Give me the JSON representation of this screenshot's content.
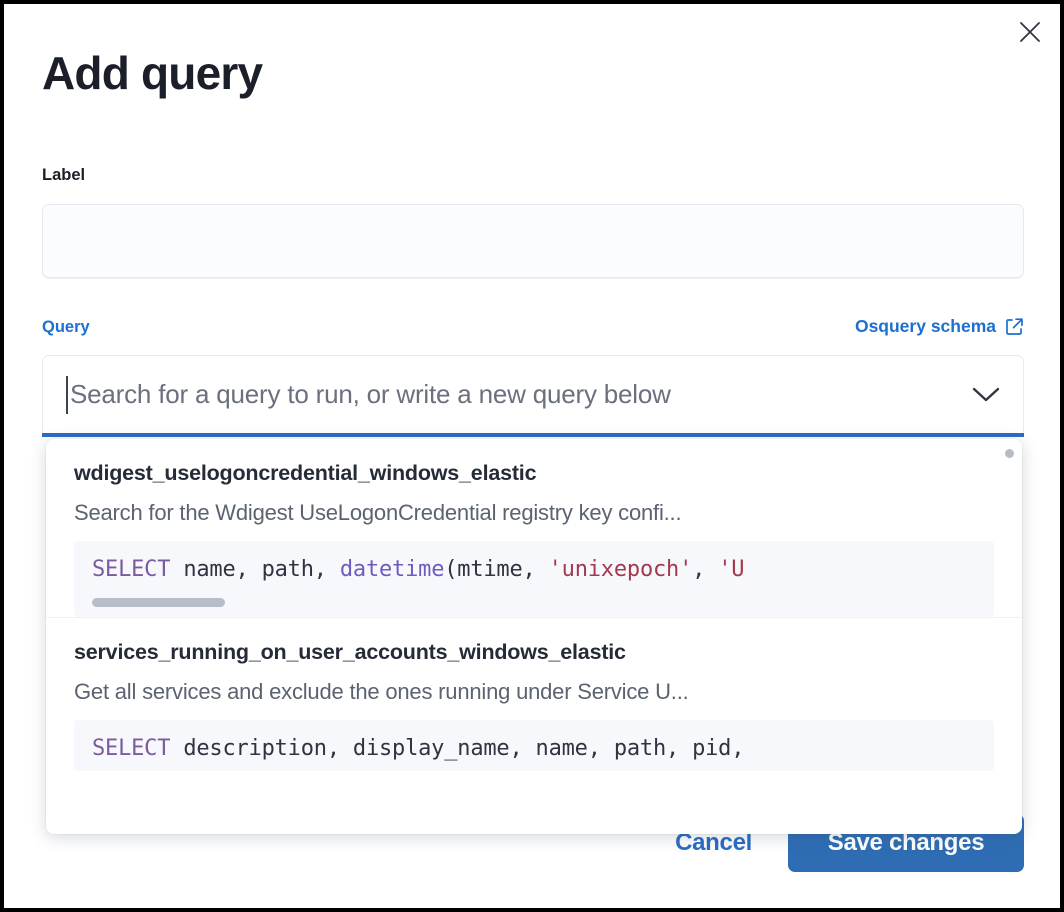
{
  "dialog": {
    "title": "Add query",
    "close_icon": "close-icon"
  },
  "label_field": {
    "label": "Label",
    "value": "",
    "placeholder": ""
  },
  "query_field": {
    "label": "Query",
    "schema_link": "Osquery schema",
    "schema_link_icon": "external-link-icon",
    "placeholder": "Search for a query to run, or write a new query below",
    "value": "",
    "chevron_icon": "chevron-down-icon"
  },
  "dropdown": {
    "options": [
      {
        "title": "wdigest_uselogoncredential_windows_elastic",
        "description": "Search for the Wdigest UseLogonCredential registry key confi...",
        "code_tokens": [
          {
            "t": "SELECT",
            "c": "kw"
          },
          {
            "t": " name, path, ",
            "c": "pl"
          },
          {
            "t": "datetime",
            "c": "fn"
          },
          {
            "t": "(mtime, ",
            "c": "pl"
          },
          {
            "t": "'unixepoch'",
            "c": "str"
          },
          {
            "t": ", ",
            "c": "pl"
          },
          {
            "t": "'U",
            "c": "str"
          }
        ],
        "has_scrollbar": true
      },
      {
        "title": "services_running_on_user_accounts_windows_elastic",
        "description": "Get all services and exclude the ones running under Service U...",
        "code_tokens": [
          {
            "t": "SELECT",
            "c": "kw"
          },
          {
            "t": " description, display_name, name, path, pid,",
            "c": "pl"
          }
        ],
        "has_scrollbar": false
      }
    ]
  },
  "footer": {
    "cancel_label": "Cancel",
    "save_label": "Save changes"
  },
  "colors": {
    "accent_blue": "#2a6cc4",
    "link_blue": "#1d6fd0",
    "save_button": "#2e6db4",
    "title_text": "#1b1f29",
    "sql_keyword": "#7b5ba0",
    "sql_function": "#6f5bc0",
    "sql_string": "#a4384f"
  }
}
